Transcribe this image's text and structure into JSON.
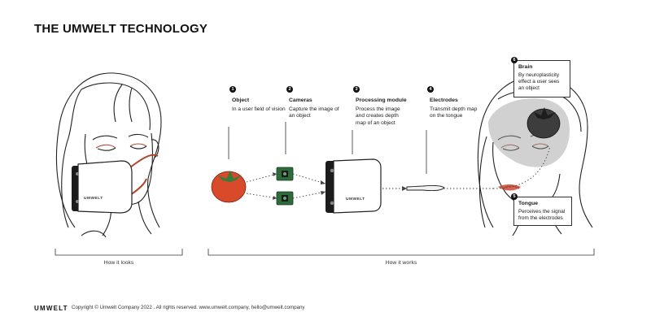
{
  "title": "THE UMWELT TECHNOLOGY",
  "mask_brand": "UMWELT",
  "steps": [
    {
      "num": "1",
      "title": "Object",
      "text": "In a user field of vision"
    },
    {
      "num": "2",
      "title": "Cameras",
      "text": "Capture the image of an object"
    },
    {
      "num": "3",
      "title": "Processing module",
      "text": "Process the image and creates depth map of an object"
    },
    {
      "num": "4",
      "title": "Electrodes",
      "text": "Transmit depth map on the tongue"
    }
  ],
  "callouts": {
    "brain": {
      "num": "6",
      "title": "Brain",
      "text": "By neuroplasticity effect a user sees an object"
    },
    "tongue": {
      "num": "5",
      "title": "Tongue",
      "text": "Perceives the signal from the electrodes"
    }
  },
  "captions": {
    "left": "How it looks",
    "right": "How it works"
  },
  "footer": {
    "logo": "UMWELT",
    "text": "Copyright © Umwelt Company 2022 . All rights reserved. www.umwelt.company, hello@umwelt.company"
  },
  "colors": {
    "tomato": "#d94a2b",
    "leaf": "#3a7a3a",
    "camera": "#2f6b3a",
    "strap": "#b0452f"
  }
}
